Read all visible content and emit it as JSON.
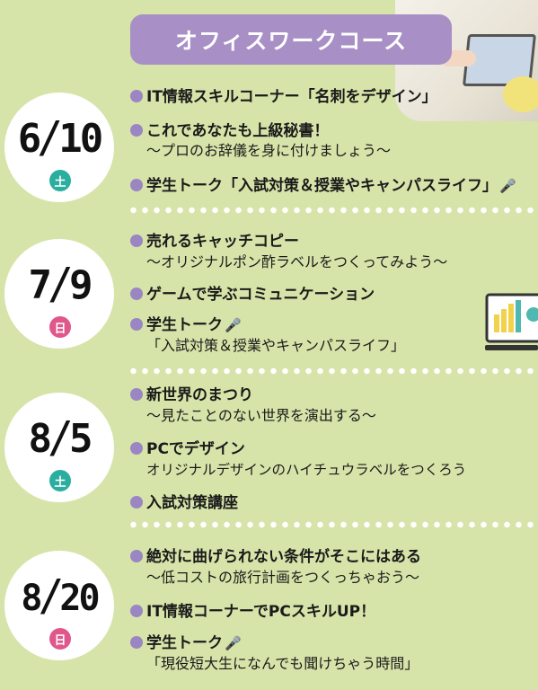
{
  "title": "オフィスワークコース",
  "colors": {
    "bullet": "#9a86c3",
    "sat": "#2aae9f",
    "sun": "#e0578c",
    "title_bg": "#a88fc6"
  },
  "icons": [
    "mic-icon",
    "chart-icon"
  ],
  "sessions": [
    {
      "month": "6",
      "day": "10",
      "weekday": "土",
      "items": [
        {
          "text": "IT情報スキルコーナー「名刺をデザイン」"
        },
        {
          "text": "これであなたも上級秘書！",
          "sub": "～プロのお辞儀を身に付けましょう～"
        },
        {
          "text": "学生トーク「入試対策＆授業やキャンパスライフ」"
        }
      ]
    },
    {
      "month": "7",
      "day": "9",
      "weekday": "日",
      "items": [
        {
          "text": "売れるキャッチコピー",
          "sub": "～オリジナルポン酢ラベルをつくってみよう～"
        },
        {
          "text": "ゲームで学ぶコミュニケーション"
        },
        {
          "text": "学生トーク",
          "sub": "「入試対策＆授業やキャンパスライフ」"
        }
      ]
    },
    {
      "month": "8",
      "day": "5",
      "weekday": "土",
      "items": [
        {
          "text": "新世界のまつり",
          "sub": "～見たことのない世界を演出する～"
        },
        {
          "text": "PCでデザイン",
          "sub": "オリジナルデザインのハイチュウラベルをつくろう"
        },
        {
          "text": "入試対策講座"
        }
      ]
    },
    {
      "month": "8",
      "day": "20",
      "weekday": "日",
      "items": [
        {
          "text": "絶対に曲げられない条件がそこにはある",
          "sub": "～低コストの旅行計画をつくっちゃおう～"
        },
        {
          "text": "IT情報コーナーでPCスキルUP！"
        },
        {
          "text": "学生トーク",
          "sub": "「現役短大生になんでも聞けちゃう時間」"
        }
      ]
    }
  ]
}
